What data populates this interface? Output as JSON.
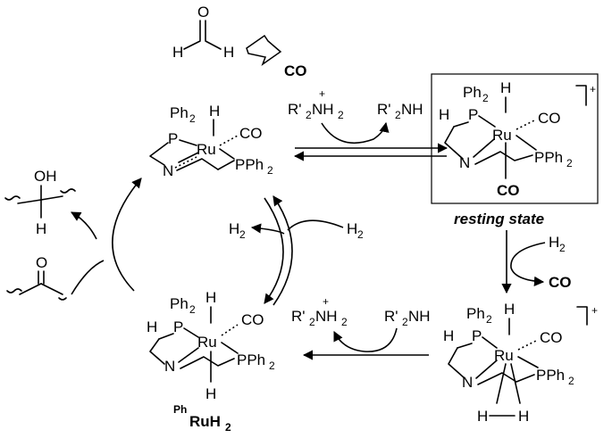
{
  "formaldehyde": {
    "atom_h1": "H",
    "atom_o": "O",
    "atom_h2": "H"
  },
  "co_release_label": "CO",
  "top_equilibrium": {
    "ammonium_prefix": "R'",
    "ammonium_sub": "2",
    "ammonium_nh": "NH",
    "ammonium_h_sub": "2",
    "ammonium_charge": "+",
    "amine_prefix": "R'",
    "amine_sub": "2",
    "amine_nh": "NH"
  },
  "complex_amido": {
    "ph": "Ph",
    "ph_sub": "2",
    "p": "P",
    "h": "H",
    "ru": "Ru",
    "co": "CO",
    "n": "N",
    "pph": "PPh",
    "pph_sub": "2"
  },
  "resting_complex": {
    "ph": "Ph",
    "ph_sub": "2",
    "h_top": "H",
    "h_nh": "H",
    "p": "P",
    "co_right": "CO",
    "ru": "Ru",
    "n": "N",
    "pph": "PPh",
    "pph_sub": "2",
    "co_bottom": "CO",
    "charge": "+"
  },
  "resting_state_label": "resting state",
  "h2_labels": {
    "left": "H",
    "left_sub": "2",
    "right": "H",
    "right_sub": "2",
    "exchange": "H",
    "exchange_sub": "2"
  },
  "co_loss_label": "CO",
  "dihydrogen_complex": {
    "ph": "Ph",
    "ph_sub": "2",
    "h_top": "H",
    "h_nh": "H",
    "p": "P",
    "co": "CO",
    "ru": "Ru",
    "n": "N",
    "pph": "PPh",
    "pph_sub": "2",
    "hh_left": "H",
    "hh_right": "H",
    "charge": "+"
  },
  "bottom_equilibrium": {
    "ammonium_prefix": "R'",
    "ammonium_sub": "2",
    "ammonium_nh": "NH",
    "ammonium_h_sub": "2",
    "ammonium_charge": "+",
    "amine_prefix": "R'",
    "amine_sub": "2",
    "amine_nh": "NH"
  },
  "dihydride_complex": {
    "ph": "Ph",
    "ph_sub": "2",
    "h_top": "H",
    "h_nh": "H",
    "p": "P",
    "co": "CO",
    "ru": "Ru",
    "n": "N",
    "pph": "PPh",
    "pph_sub": "2",
    "h_bottom": "H",
    "name_sup": "Ph",
    "name_main": "RuH",
    "name_sub": "2"
  },
  "alcohol": {
    "oh": "OH",
    "h": "H"
  },
  "ketone": {
    "o": "O"
  }
}
